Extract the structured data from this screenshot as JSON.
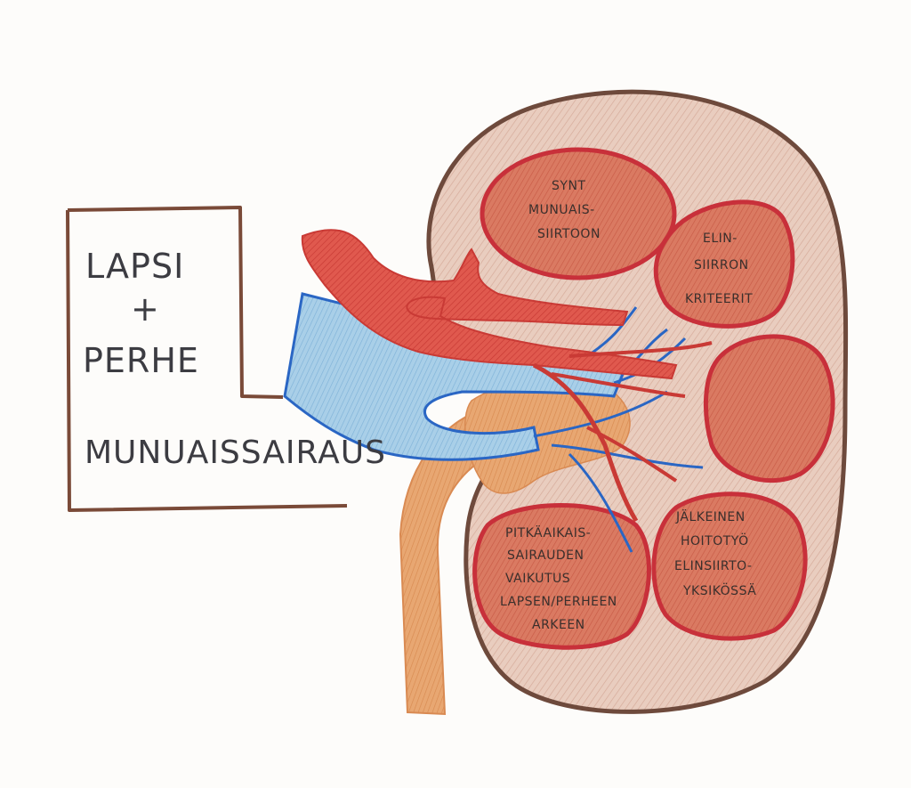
{
  "family_box": {
    "line1": "LAPSI",
    "line2": "+",
    "line3": "PERHE"
  },
  "disease_label": "MUNUAISSAIRAUS",
  "kidney_regions": {
    "top_left": [
      "SYNT",
      "MUNUAIS-",
      "SIIRTOON"
    ],
    "right_top": [
      "ELIN-",
      "SIIRRON",
      "KRITEERIT"
    ],
    "right_middle": [],
    "bottom_left": [
      "PITKÄAIKAIS-",
      "SAIRAUDEN",
      "VAIKUTUS",
      "LAPSEN/PERHEEN",
      "ARKEEN"
    ],
    "bottom_right": [
      "JÄLKEINEN",
      "HOITOTYÖ",
      "ELINSIIRTO-",
      "YKSIKÖSSÄ"
    ]
  },
  "colors": {
    "kidney_outline": "#6e4a3c",
    "kidney_fill": "#e7c8bb",
    "region_outline": "#c8303a",
    "region_fill": "#d9745e",
    "artery": "#d9453f",
    "vein": "#8fbfe0",
    "vein_outline": "#2a66c4",
    "ureter": "#e0955a",
    "box_outline": "#7a4a38"
  }
}
